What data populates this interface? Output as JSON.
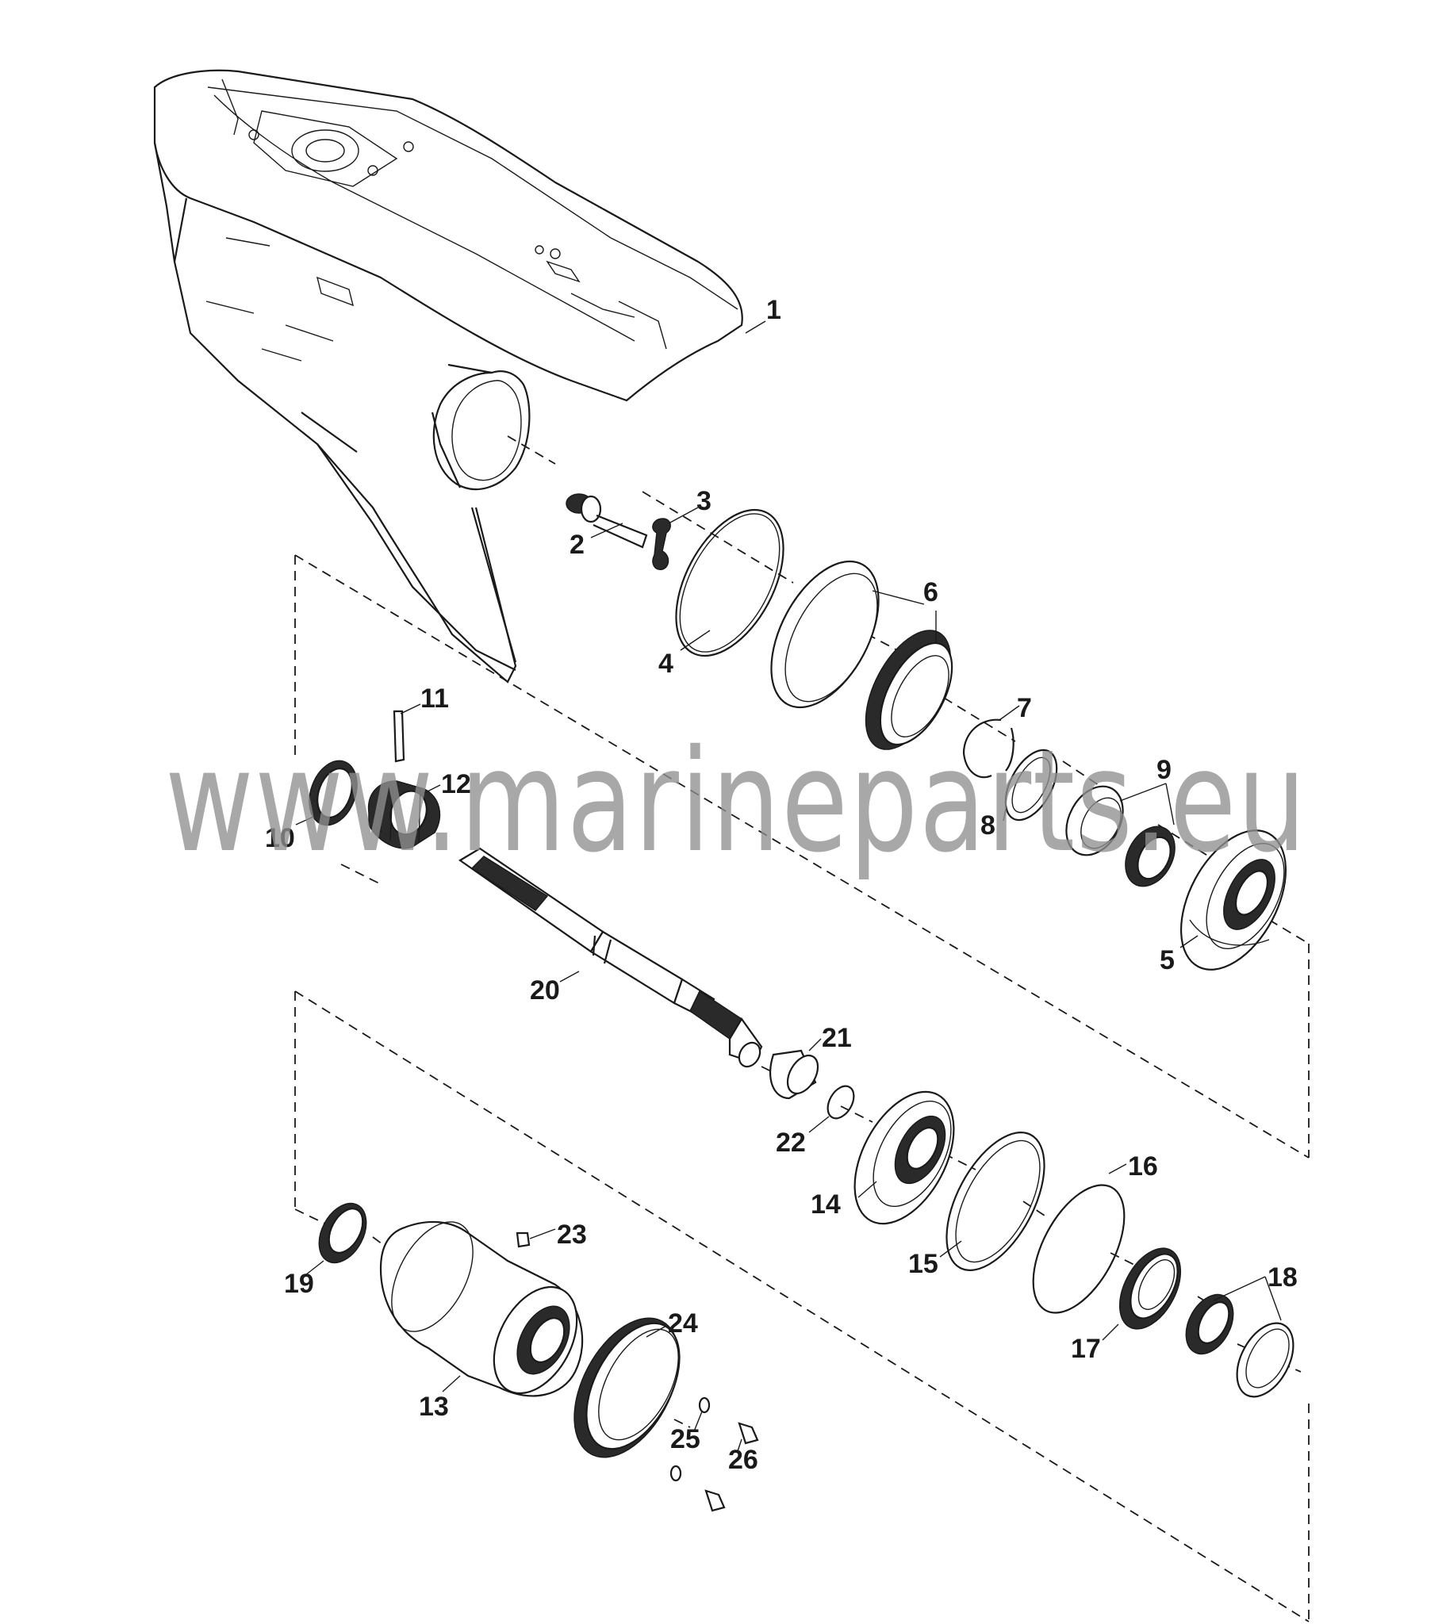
{
  "watermark": "www.marineparts.eu",
  "parts": [
    {
      "id": "1",
      "name": "gear-housing",
      "label": "1"
    },
    {
      "id": "2",
      "name": "shift-shaft-detent",
      "label": "2"
    },
    {
      "id": "3",
      "name": "clip",
      "label": "3"
    },
    {
      "id": "4",
      "name": "o-ring-large",
      "label": "4"
    },
    {
      "id": "5",
      "name": "forward-gear",
      "label": "5"
    },
    {
      "id": "6",
      "name": "forward-gear-bearing-set",
      "label": "6"
    },
    {
      "id": "7",
      "name": "retaining-ring",
      "label": "7"
    },
    {
      "id": "8",
      "name": "washer",
      "label": "8"
    },
    {
      "id": "9",
      "name": "tapered-roller-bearing",
      "label": "9"
    },
    {
      "id": "10",
      "name": "spring-ring",
      "label": "10"
    },
    {
      "id": "11",
      "name": "cross-pin",
      "label": "11"
    },
    {
      "id": "12",
      "name": "clutch",
      "label": "12"
    },
    {
      "id": "13",
      "name": "bearing-carrier",
      "label": "13"
    },
    {
      "id": "14",
      "name": "reverse-gear",
      "label": "14"
    },
    {
      "id": "15",
      "name": "thrust-ring",
      "label": "15"
    },
    {
      "id": "16",
      "name": "o-ring",
      "label": "16"
    },
    {
      "id": "17",
      "name": "roller-bearing",
      "label": "17"
    },
    {
      "id": "18",
      "name": "bearing-set",
      "label": "18"
    },
    {
      "id": "19",
      "name": "oil-seal",
      "label": "19"
    },
    {
      "id": "20",
      "name": "propeller-shaft",
      "label": "20"
    },
    {
      "id": "21",
      "name": "sleeve",
      "label": "21"
    },
    {
      "id": "22",
      "name": "small-o-ring",
      "label": "22"
    },
    {
      "id": "23",
      "name": "alignment-pin",
      "label": "23"
    },
    {
      "id": "24",
      "name": "retainer-ring",
      "label": "24"
    },
    {
      "id": "25",
      "name": "washer-small",
      "label": "25"
    },
    {
      "id": "26",
      "name": "bolt",
      "label": "26"
    }
  ]
}
